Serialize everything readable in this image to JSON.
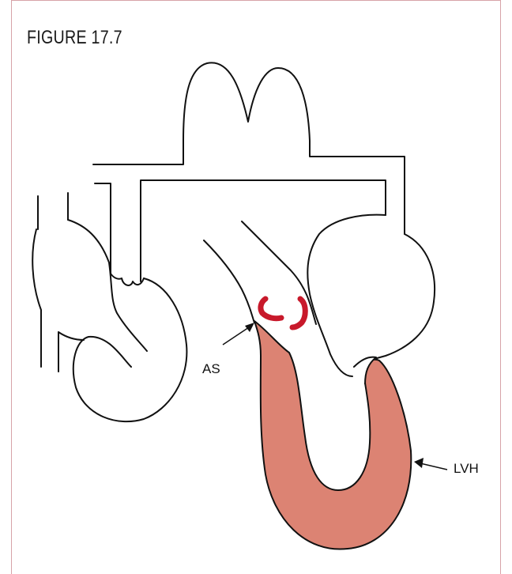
{
  "figure": {
    "title": "FIGURE 17.7",
    "labels": {
      "as": "AS",
      "lvh": "LVH"
    },
    "colors": {
      "myocardium": "#dc8373",
      "valve": "#c8192b",
      "outline": "#111111",
      "border": "#d7a3a8"
    }
  }
}
